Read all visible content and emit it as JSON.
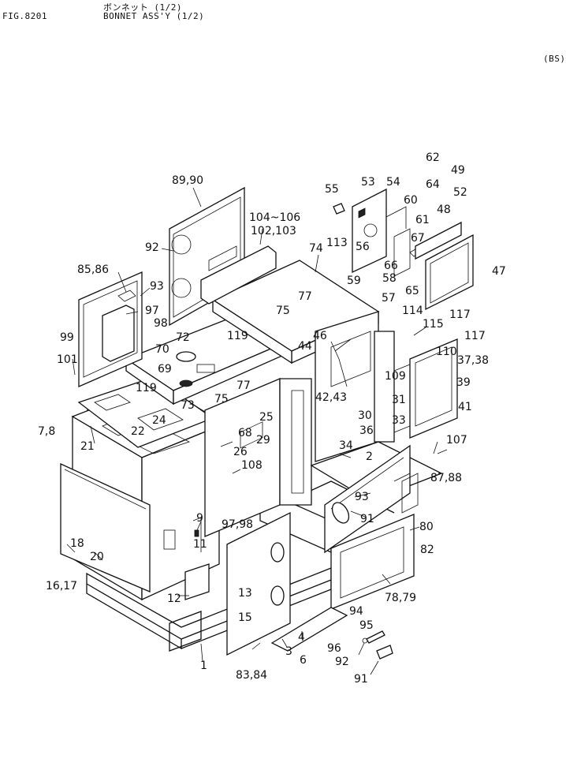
{
  "header": {
    "fig_number": "FIG.8201",
    "title_jp": "ボンネット (1/2)",
    "title_en": "BONNET ASS'Y (1/2)",
    "code": "(BS)"
  },
  "callouts": [
    {
      "id": "l01",
      "text": "89,90"
    },
    {
      "id": "l02",
      "text": "104~106"
    },
    {
      "id": "l03",
      "text": "102,103"
    },
    {
      "id": "l04",
      "text": "92"
    },
    {
      "id": "l05",
      "text": "85,86"
    },
    {
      "id": "l06",
      "text": "93"
    },
    {
      "id": "l07",
      "text": "97"
    },
    {
      "id": "l08",
      "text": "98"
    },
    {
      "id": "l09",
      "text": "99"
    },
    {
      "id": "l10",
      "text": "101"
    },
    {
      "id": "l11",
      "text": "72"
    },
    {
      "id": "l12",
      "text": "70"
    },
    {
      "id": "l13",
      "text": "69"
    },
    {
      "id": "l14",
      "text": "119"
    },
    {
      "id": "l15",
      "text": "119"
    },
    {
      "id": "l16",
      "text": "73"
    },
    {
      "id": "l17",
      "text": "75"
    },
    {
      "id": "l18",
      "text": "77"
    },
    {
      "id": "l19",
      "text": "24"
    },
    {
      "id": "l20",
      "text": "22"
    },
    {
      "id": "l21",
      "text": "7,8"
    },
    {
      "id": "l22",
      "text": "21"
    },
    {
      "id": "l23",
      "text": "74"
    },
    {
      "id": "l24",
      "text": "113"
    },
    {
      "id": "l25",
      "text": "75"
    },
    {
      "id": "l26",
      "text": "77"
    },
    {
      "id": "l27",
      "text": "44"
    },
    {
      "id": "l28",
      "text": "46"
    },
    {
      "id": "l29",
      "text": "55"
    },
    {
      "id": "l30",
      "text": "53"
    },
    {
      "id": "l31",
      "text": "54"
    },
    {
      "id": "l32",
      "text": "60"
    },
    {
      "id": "l33",
      "text": "61"
    },
    {
      "id": "l34",
      "text": "56"
    },
    {
      "id": "l35",
      "text": "67"
    },
    {
      "id": "l36",
      "text": "66"
    },
    {
      "id": "l37",
      "text": "58"
    },
    {
      "id": "l38",
      "text": "59"
    },
    {
      "id": "l39",
      "text": "57"
    },
    {
      "id": "l40",
      "text": "65"
    },
    {
      "id": "l41",
      "text": "62"
    },
    {
      "id": "l42",
      "text": "64"
    },
    {
      "id": "l43",
      "text": "49"
    },
    {
      "id": "l44",
      "text": "52"
    },
    {
      "id": "l45",
      "text": "48"
    },
    {
      "id": "l46",
      "text": "47"
    },
    {
      "id": "l47",
      "text": "114"
    },
    {
      "id": "l48",
      "text": "115"
    },
    {
      "id": "l49",
      "text": "117"
    },
    {
      "id": "l50",
      "text": "117"
    },
    {
      "id": "l51",
      "text": "110"
    },
    {
      "id": "l52",
      "text": "37,38"
    },
    {
      "id": "l53",
      "text": "109"
    },
    {
      "id": "l54",
      "text": "39"
    },
    {
      "id": "l55",
      "text": "41"
    },
    {
      "id": "l56",
      "text": "31"
    },
    {
      "id": "l57",
      "text": "30"
    },
    {
      "id": "l58",
      "text": "33"
    },
    {
      "id": "l59",
      "text": "42,43"
    },
    {
      "id": "l60",
      "text": "25"
    },
    {
      "id": "l61",
      "text": "68"
    },
    {
      "id": "l62",
      "text": "29"
    },
    {
      "id": "l63",
      "text": "26"
    },
    {
      "id": "l64",
      "text": "108"
    },
    {
      "id": "l65",
      "text": "34"
    },
    {
      "id": "l66",
      "text": "36"
    },
    {
      "id": "l67",
      "text": "2"
    },
    {
      "id": "l68",
      "text": "107"
    },
    {
      "id": "l69",
      "text": "87,88"
    },
    {
      "id": "l70",
      "text": "93"
    },
    {
      "id": "l71",
      "text": "91"
    },
    {
      "id": "l72",
      "text": "80"
    },
    {
      "id": "l73",
      "text": "82"
    },
    {
      "id": "l74",
      "text": "78,79"
    },
    {
      "id": "l75",
      "text": "9"
    },
    {
      "id": "l76",
      "text": "11"
    },
    {
      "id": "l77",
      "text": "97,98"
    },
    {
      "id": "l78",
      "text": "12"
    },
    {
      "id": "l79",
      "text": "13"
    },
    {
      "id": "l80",
      "text": "15"
    },
    {
      "id": "l81",
      "text": "18"
    },
    {
      "id": "l82",
      "text": "20"
    },
    {
      "id": "l83",
      "text": "16,17"
    },
    {
      "id": "l84",
      "text": "1"
    },
    {
      "id": "l85",
      "text": "83,84"
    },
    {
      "id": "l86",
      "text": "3"
    },
    {
      "id": "l87",
      "text": "4"
    },
    {
      "id": "l88",
      "text": "6"
    },
    {
      "id": "l89",
      "text": "94"
    },
    {
      "id": "l90",
      "text": "95"
    },
    {
      "id": "l91",
      "text": "96"
    },
    {
      "id": "l92",
      "text": "92"
    },
    {
      "id": "l93",
      "text": "91"
    }
  ]
}
